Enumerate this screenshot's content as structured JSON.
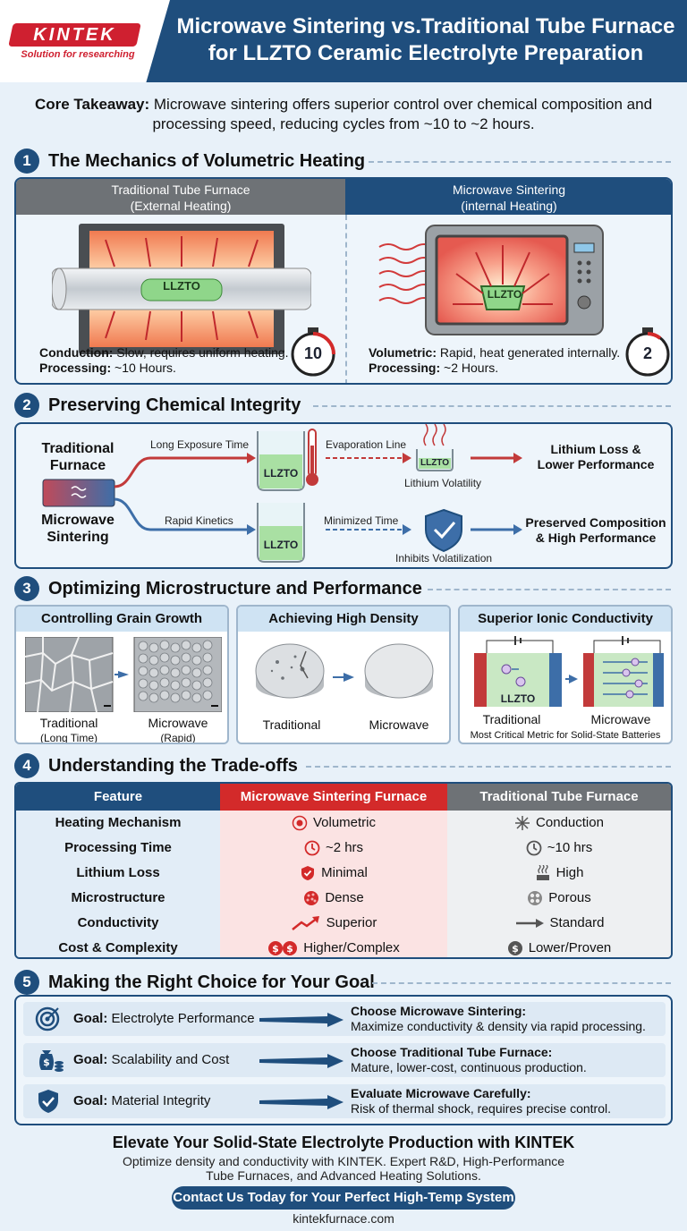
{
  "header": {
    "logo": "KINTEK",
    "tagline": "Solution for researching",
    "title_line1": "Microwave Sintering vs.Traditional Tube Furnace",
    "title_line2": "for LLZTO Ceramic Electrolyte Preparation"
  },
  "takeaway": {
    "label": "Core Takeaway:",
    "text": " Microwave sintering offers superior control over chemical composition and processing speed, reducing cycles from ~10 to ~2 hours."
  },
  "section1": {
    "number": "1",
    "title": "The Mechanics of Volumetric Heating",
    "left_head1": "Traditional Tube Furnace",
    "left_head2": "(External Heating)",
    "right_head1": "Microwave Sintering",
    "right_head2": "(internal Heating)",
    "sample_label": "LLZTO",
    "left_cap_label": "Conduction:",
    "left_cap_text": " Slow, requires uniform heating.",
    "left_proc_label": "Processing:",
    "left_proc_text": " ~10 Hours.",
    "right_cap_label": "Volumetric:",
    "right_cap_text": " Rapid, heat generated internally.",
    "right_proc_label": "Processing:",
    "right_proc_text": " ~2 Hours.",
    "left_timer": "10",
    "right_timer": "2"
  },
  "section2": {
    "number": "2",
    "title": "Preserving Chemical Integrity",
    "trad_label1": "Traditional",
    "trad_label2": "Furnace",
    "mw_label1": "Microwave",
    "mw_label2": "Sintering",
    "long_exposure": "Long Exposure Time",
    "evap_line": "Evaporation Line",
    "lithium_volatility": "Lithium Volatility",
    "rapid_kinetics": "Rapid Kinetics",
    "minimized_time": "Minimized Time",
    "inhibits": "Inhibits Volatilization",
    "beaker_label": "LLZTO",
    "result_bad1": "Lithium Loss &",
    "result_bad2": "Lower Performance",
    "result_good1": "Preserved Composition",
    "result_good2": "& High Performance"
  },
  "section3": {
    "number": "3",
    "title": "Optimizing Microstructure and Performance",
    "card1_title": "Controlling Grain Growth",
    "card1_trad": "Traditional",
    "card1_trad_sub": "(Long Time)",
    "card1_mw": "Microwave",
    "card1_mw_sub": "(Rapid)",
    "card2_title": "Achieving High Density",
    "card2_trad": "Traditional",
    "card2_mw": "Microwave",
    "card3_title": "Superior Ionic Conductivity",
    "card3_trad": "Traditional",
    "card3_mw": "Microwave",
    "card3_note": "Most Critical Metric for Solid-State Batteries",
    "card3_sample": "LLZTO"
  },
  "section4": {
    "number": "4",
    "title": "Understanding the Trade-offs",
    "headers": [
      "Feature",
      "Microwave Sintering Furnace",
      "Traditional Tube Furnace"
    ],
    "rows": [
      {
        "feature": "Heating Mechanism",
        "microwave": "Volumetric",
        "traditional": "Conduction"
      },
      {
        "feature": "Processing Time",
        "microwave": "~2 hrs",
        "traditional": "~10 hrs"
      },
      {
        "feature": "Lithium Loss",
        "microwave": "Minimal",
        "traditional": "High"
      },
      {
        "feature": "Microstructure",
        "microwave": "Dense",
        "traditional": "Porous"
      },
      {
        "feature": "Conductivity",
        "microwave": "Superior",
        "traditional": "Standard"
      },
      {
        "feature": "Cost & Complexity",
        "microwave": "Higher/Complex",
        "traditional": "Lower/Proven"
      }
    ]
  },
  "section5": {
    "number": "5",
    "title": "Making the Right Choice for Your Goal",
    "goals": [
      {
        "label": "Goal:",
        "goal": " Electrolyte Performance",
        "choice": "Choose Microwave Sintering:",
        "detail": "Maximize conductivity & density via rapid processing."
      },
      {
        "label": "Goal:",
        "goal": " Scalability and Cost",
        "choice": "Choose Traditional Tube Furnace:",
        "detail": "Mature, lower-cost, continuous production."
      },
      {
        "label": "Goal:",
        "goal": " Material Integrity",
        "choice": "Evaluate Microwave Carefully:",
        "detail": "Risk of thermal shock, requires precise control."
      }
    ]
  },
  "footer": {
    "title": "Elevate Your Solid-State Electrolyte Production with KINTEK",
    "body": "Optimize density and conductivity with KINTEK. Expert R&D, High-Performance Tube Furnaces, and Advanced Heating Solutions.",
    "button": "Contact Us Today for Your Perfect High-Temp System",
    "url": "kintekfurnace.com"
  },
  "colors": {
    "navy": "#1f4e7d",
    "red": "#d32a2a",
    "gray": "#6e7276",
    "green": "#8fd68a"
  }
}
